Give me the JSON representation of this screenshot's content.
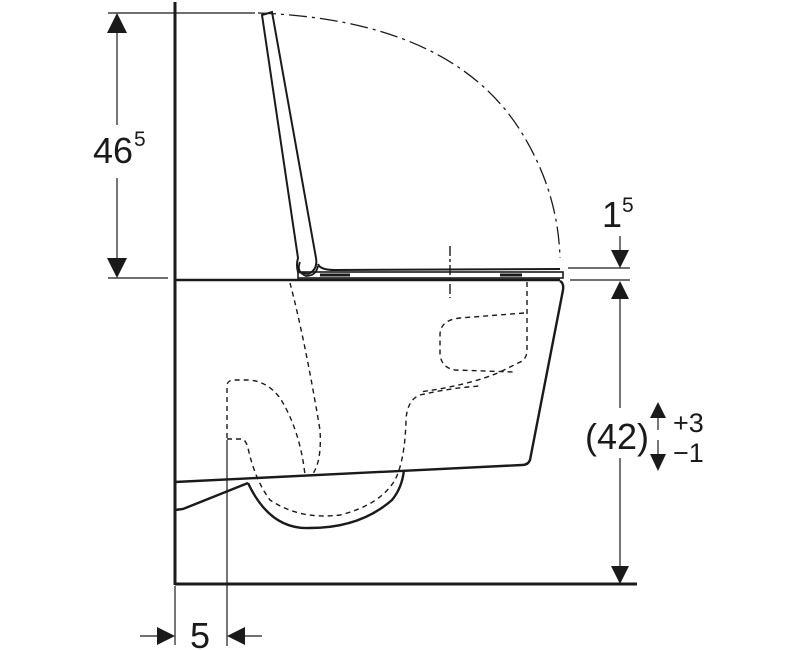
{
  "drawing": {
    "subject": "Wall-hung toilet side elevation with seat and lid",
    "line_color": "#1a1a1a",
    "background": "#ffffff"
  },
  "dimensions": {
    "lid_height": {
      "main": "46",
      "sup": "5"
    },
    "seat_thickness": {
      "main": "1",
      "sup": "5"
    },
    "rim_height": {
      "main": "(42)",
      "tol_plus": "+3",
      "tol_minus": "−1"
    },
    "wall_offset": {
      "main": "5"
    }
  }
}
